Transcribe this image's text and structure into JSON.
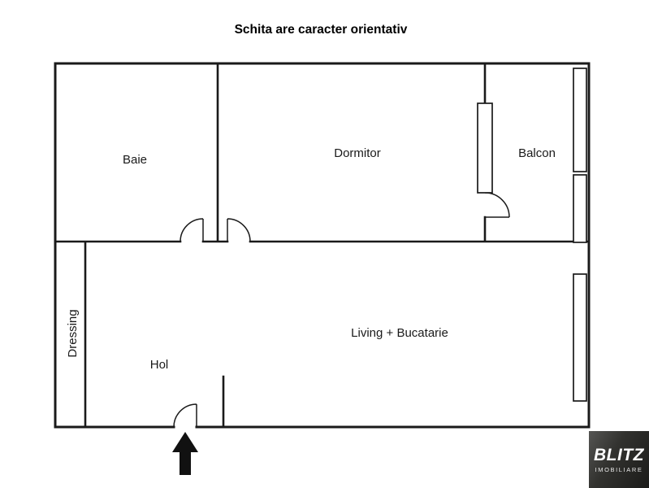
{
  "title": "Schita are caracter orientativ",
  "rooms": {
    "baie": "Baie",
    "dormitor": "Dormitor",
    "balcon": "Balcon",
    "dressing": "Dressing",
    "hol": "Hol",
    "living": "Living + Bucatarie"
  },
  "logo": {
    "brand": "BLITZ",
    "tagline": "IMOBILIARE"
  },
  "icons": {
    "entrance_arrow": "arrow-up-entrance"
  },
  "colors": {
    "wall": "#1a1a1a",
    "text": "#1a1a1a",
    "background": "#ffffff",
    "logo_bg": "#1b1b19",
    "logo_text": "#ffffff"
  }
}
